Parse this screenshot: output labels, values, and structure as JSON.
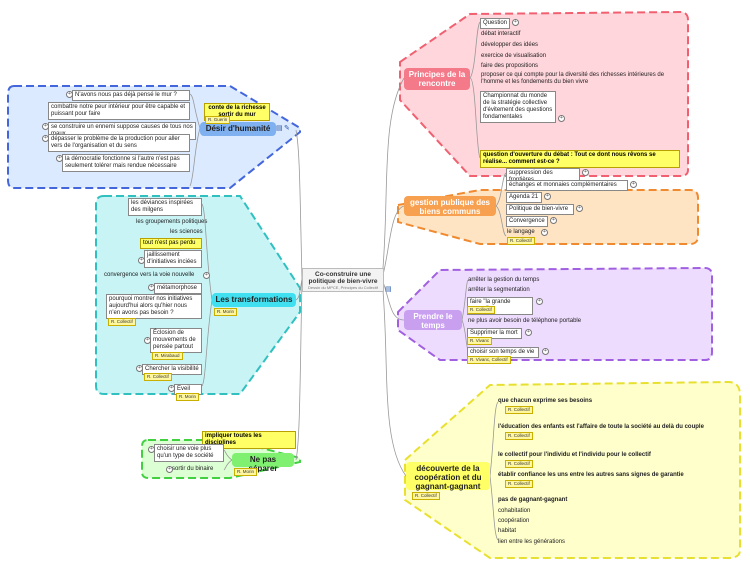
{
  "center": {
    "title": "Co-construire une politique de bien-vivre",
    "subtitle": "Dessin du MPCE, Principes du Collectif"
  },
  "tags": {
    "guerin": "R. Guerin",
    "collectif": "R. Collectif",
    "morin": "R. Morin",
    "mirabaud": "R. Mirabaud",
    "vivanc": "R. Vivanc",
    "vivanc_collectif": "R. Vivanc, Collectif"
  },
  "principes": {
    "title": "Principes de la rencontre",
    "items": [
      "Question",
      "débat interactif",
      "développer des idées",
      "exercice de visualisation",
      "faire des propositions",
      "proposer ce qui compte pour la diversité des richesses intérieures de l'homme et les fondements du bien vivre",
      "Championnat du monde de la stratégie collective d'évitement des questions fondamentales",
      "question d'ouverture du débat : Tout ce dont nous rêvons se réalise... comment est-ce ?"
    ]
  },
  "gestion": {
    "title": "gestion publique des biens communs",
    "items": [
      "suppression des frontières",
      "échanges et monnaies complémentaires",
      "Agenda 21",
      "Politique de bien-vivre",
      "Convergence",
      "le langage"
    ]
  },
  "temps": {
    "title": "Prendre le temps",
    "items": [
      "arrêter la gestion du temps",
      "arrêter la segmentation",
      "faire \"la grande pause\"",
      "ne plus avoir besoin de téléphone portable",
      "Supprimer la mort",
      "choisir son temps de vie"
    ]
  },
  "cooperation": {
    "title": "découverte de la coopération et du gagnant-gagnant",
    "items": [
      "que chacun exprime ses besoins",
      "l'éducation des enfants est l'affaire de toute la société au delà du couple",
      "le collectif pour l'individu et l'individu pour le collectif",
      "établir confiance les uns entre les autres sans signes de garantie",
      "pas de gagnant-gagnant",
      "cohabitation",
      "coopération",
      "habitat",
      "lien entre les générations"
    ]
  },
  "desir": {
    "title": "Désir d'humanité",
    "callout": "conte de la richesse sortir du mur",
    "items": [
      "N'avons nous pas déjà pensé le mur ?",
      "combattre notre peur intérieur pour être capable et puissant pour faire",
      "se construire un ennemi suppose causes de tous nos maux",
      "dépasser le problème de la production pour aller vers de l'organisation et du sens",
      "la démocratie fonctionne si l'autre n'est pas seulement tolérer mais rendue nécessaire"
    ]
  },
  "transformations": {
    "title": "Les transformations",
    "items": [
      "les déviances inspirées des milgens",
      "les groupements politiques",
      "les sciences",
      "tout n'est pas perdu",
      "jaillissement d'initiatives inciées",
      "convergence vers la voie nouvelle",
      "métamorphose",
      "pourquoi montrer nos initiatives aujourd'hui alors qu'hier nous n'en avons pas besoin ?",
      "Éclosion de mouvements de pensée partout",
      "Chercher la visibilité",
      "Eveil"
    ]
  },
  "separer": {
    "title": "Ne pas séparer",
    "callout": "impliquer toutes les disciplines",
    "items": [
      "choisir une voie plus qu'un type de société",
      "sortir du binaire"
    ]
  },
  "colors": {
    "principes_fill": "#f47a8a",
    "principes_zone": "#ffd6dc",
    "principes_border": "#f06070",
    "gestion_fill": "#f7a050",
    "gestion_zone": "#ffe4c4",
    "gestion_border": "#f08a30",
    "temps_fill": "#c9a0f0",
    "temps_zone": "#eedcff",
    "temps_border": "#a060e0",
    "coop_fill": "#ffff66",
    "coop_zone": "#ffffcc",
    "coop_border": "#e8e030",
    "desir_fill": "#7fb0f0",
    "desir_zone": "#dceaff",
    "desir_border": "#4466dd",
    "trans_fill": "#40e0f0",
    "trans_zone": "#c8f4f6",
    "trans_border": "#30c0c0",
    "separer_fill": "#80f070",
    "separer_zone": "#dcffd4",
    "separer_border": "#40d040"
  }
}
